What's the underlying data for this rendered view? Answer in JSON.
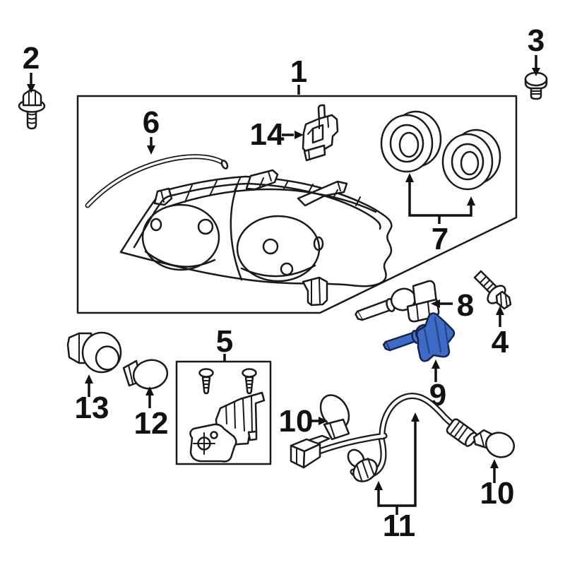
{
  "diagram": {
    "kind": "exploded-parts-diagram",
    "subject": "headlamp-components",
    "background_color": "#ffffff",
    "line_color": "#1a1a1a",
    "highlight_color": "#3e6bc5",
    "highlighted_callout": "9"
  },
  "callouts": [
    {
      "label": "1",
      "part": "headlamp-assembly-box"
    },
    {
      "label": "2",
      "part": "hex-flange-bolt"
    },
    {
      "label": "3",
      "part": "push-pin-clip"
    },
    {
      "label": "4",
      "part": "mounting-bolt"
    },
    {
      "label": "5",
      "part": "bracket-repair-kit-box"
    },
    {
      "label": "6",
      "part": "trim-strip"
    },
    {
      "label": "7",
      "part": "socket-dust-caps"
    },
    {
      "label": "8",
      "part": "halogen-bulb"
    },
    {
      "label": "9",
      "part": "halogen-bulb-highlighted"
    },
    {
      "label": "10",
      "part": "signal-bulb-upper"
    },
    {
      "label": "11",
      "part": "wiring-harness"
    },
    {
      "label": "10",
      "part": "signal-bulb-lower"
    },
    {
      "label": "12",
      "part": "park-bulb"
    },
    {
      "label": "13",
      "part": "bulb-socket"
    },
    {
      "label": "14",
      "part": "retainer-bracket"
    }
  ]
}
